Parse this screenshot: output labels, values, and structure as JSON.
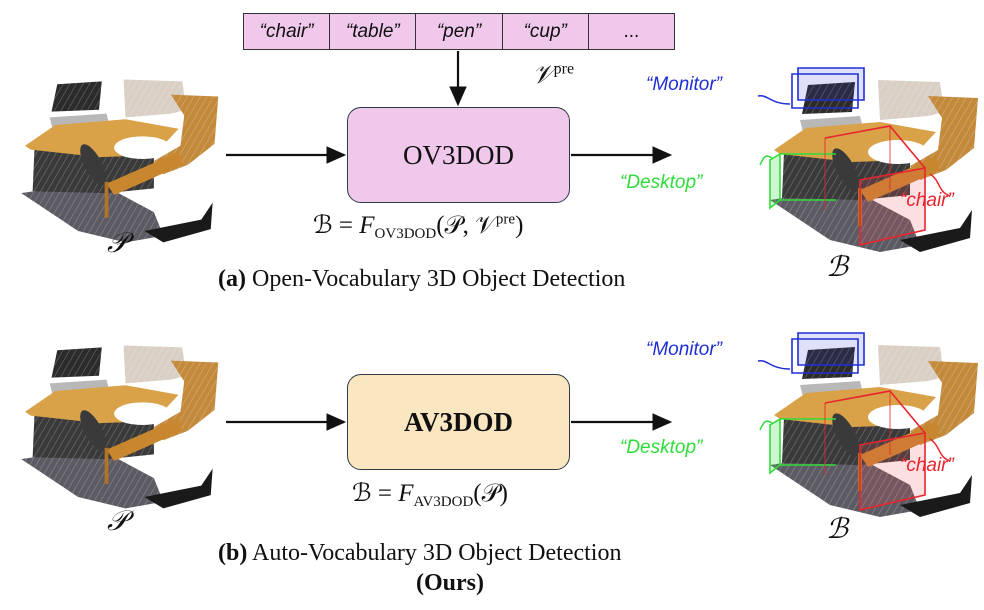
{
  "panel_a": {
    "vocabulary": [
      "“chair”",
      "“table”",
      "“pen”",
      "“cup”",
      "..."
    ],
    "vocab_symbol": "𝒱",
    "vocab_sup": "pre",
    "model_name": "OV3DOD",
    "formula": {
      "lhs": "ℬ = ",
      "F": "F",
      "sub": "OV3DOD",
      "args_open": "(𝒫, 𝒱",
      "args_sup": "pre",
      "args_close": ")"
    },
    "input_symbol": "𝒫",
    "output_symbol": "ℬ",
    "caption_tag": "(a)",
    "caption_text": " Open-Vocabulary 3D Object Detection",
    "detections": [
      {
        "label": "“Monitor”",
        "color": "#1f2fd6"
      },
      {
        "label": "“Desktop”",
        "color": "#2fdc3a"
      },
      {
        "label": "“chair”",
        "color": "#e8252e"
      }
    ]
  },
  "panel_b": {
    "model_name": "AV3DOD",
    "formula": {
      "lhs": "ℬ = ",
      "F": "F",
      "sub": "AV3DOD",
      "args": "(𝒫)"
    },
    "input_symbol": "𝒫",
    "output_symbol": "ℬ",
    "caption_tag": "(b)",
    "caption_text": " Auto-Vocabulary 3D Object Detection",
    "caption_line2": "(Ours)",
    "detections": [
      {
        "label": "“Monitor”",
        "color": "#1f2fd6"
      },
      {
        "label": "“Desktop”",
        "color": "#2fdc3a"
      },
      {
        "label": "“chair”",
        "color": "#e8252e"
      }
    ]
  },
  "colors": {
    "ov_box": "#f0c8ec",
    "av_box": "#fbe6c2",
    "monitor": "#1f2fd6",
    "desktop": "#2fdc3a",
    "chair": "#e8252e"
  }
}
